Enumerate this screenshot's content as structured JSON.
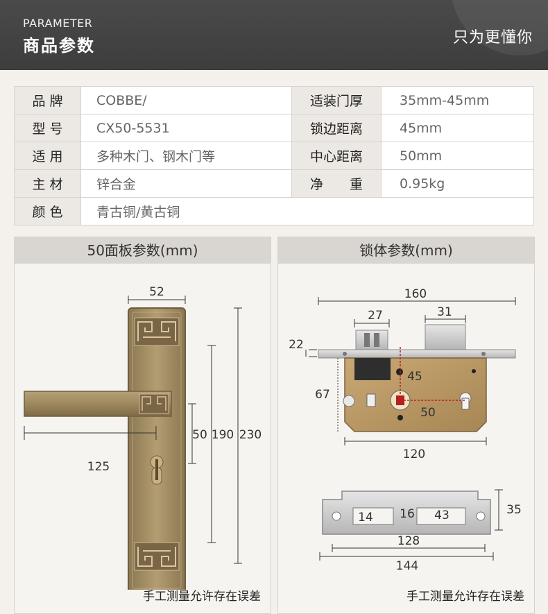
{
  "header": {
    "en_title": "PARAMETER",
    "cn_title": "商品参数",
    "slogan": "只为更懂你"
  },
  "params": [
    {
      "label": "品 牌",
      "value": "COBBE/",
      "label2": "适装门厚",
      "value2": "35mm-45mm"
    },
    {
      "label": "型 号",
      "value": "CX50-5531",
      "label2": "锁边距离",
      "value2": "45mm"
    },
    {
      "label": "适 用",
      "value": "多种木门、钢木门等",
      "label2": "中心距离",
      "value2": "50mm"
    },
    {
      "label": "主 材",
      "value": "锌合金",
      "label2": "净　　重",
      "value2": "0.95kg"
    },
    {
      "label": "颜 色",
      "value": "青古铜/黄古铜"
    }
  ],
  "left_panel": {
    "title": "50面板参数(mm)",
    "dims": {
      "width": "52",
      "handle": "125",
      "center": "50",
      "mid": "190",
      "total": "230"
    },
    "note": "手工测量允许存在误差"
  },
  "right_panel": {
    "title": "锁体参数(mm)",
    "dims": {
      "total": "160",
      "a": "27",
      "b": "31",
      "thick": "22",
      "height": "67",
      "backset": "45",
      "center": "50",
      "body": "120",
      "s14": "14",
      "s16": "16",
      "s43": "43",
      "s35": "35",
      "s128": "128",
      "s144": "144"
    },
    "note": "手工测量允许存在误差"
  },
  "colors": {
    "header_bg": "#434343",
    "label_bg": "#ece9e4",
    "title_bar": "#d9d6d1",
    "bronze": "#a08a62",
    "steel": "#c9c9c9"
  }
}
